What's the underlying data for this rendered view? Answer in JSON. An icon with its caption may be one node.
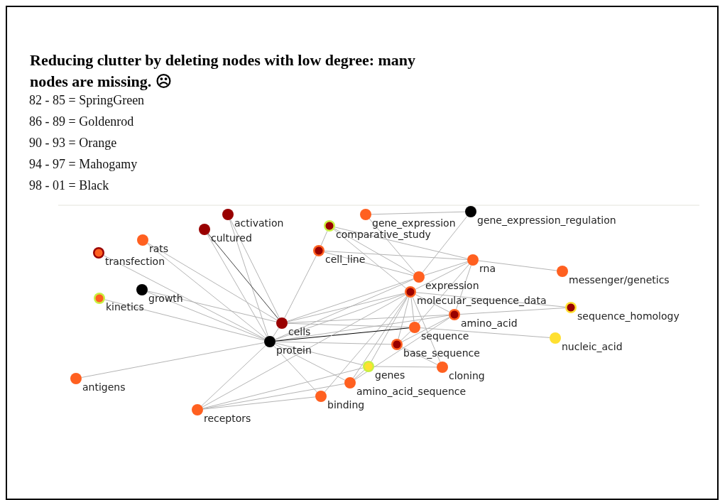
{
  "diagram": {
    "title": "Reducing clutter by deleting nodes with low degree: many nodes are missing. ☹",
    "nodes": [
      {
        "text": [],
        "shape": "circle",
        "beside": [
          "activation"
        ]
      },
      {
        "text": [],
        "shape": "circle",
        "beside": [
          "cultured"
        ]
      },
      {
        "text": [],
        "shape": "circle",
        "beside": [
          "rats"
        ]
      },
      {
        "text": [],
        "shape": "circle",
        "beside": [
          "transfection"
        ]
      },
      {
        "text": [],
        "shape": "circle",
        "beside": [
          "growth"
        ]
      },
      {
        "text": [],
        "shape": "circle",
        "beside": [
          "kinetics"
        ]
      },
      {
        "text": [],
        "shape": "circle",
        "beside": [
          "gene_expression"
        ]
      },
      {
        "text": [],
        "shape": "circle",
        "beside": [
          "gene_expression_regulation"
        ]
      },
      {
        "text": [],
        "shape": "circle",
        "beside": [
          "comparative_study"
        ]
      },
      {
        "text": [],
        "shape": "circle",
        "beside": [
          "cell_line"
        ]
      },
      {
        "text": [],
        "shape": "circle",
        "beside": [
          "rna"
        ]
      },
      {
        "text": [],
        "shape": "circle",
        "beside": [
          "messenger/genetics"
        ]
      },
      {
        "text": [],
        "shape": "circle",
        "beside": [
          "expression"
        ]
      },
      {
        "text": [],
        "shape": "circle",
        "beside": [
          "molecular_sequence_data"
        ]
      },
      {
        "text": [],
        "shape": "circle",
        "beside": [
          "sequence_homology"
        ]
      },
      {
        "text": [],
        "shape": "circle",
        "beside": [
          "amino_acid"
        ]
      },
      {
        "text": [],
        "shape": "circle",
        "beside": [
          "cells"
        ]
      },
      {
        "text": [],
        "shape": "circle",
        "beside": [
          "sequence"
        ]
      },
      {
        "text": [],
        "shape": "circle",
        "beside": [
          "nucleic_acid"
        ]
      },
      {
        "text": [],
        "shape": "circle",
        "beside": [
          "protein"
        ]
      },
      {
        "text": [],
        "shape": "circle",
        "beside": [
          "base_sequence"
        ]
      },
      {
        "text": [],
        "shape": "circle",
        "beside": [
          "genes"
        ]
      },
      {
        "text": [],
        "shape": "circle",
        "beside": [
          "cloning"
        ]
      },
      {
        "text": [],
        "shape": "circle",
        "beside": [
          "antigens"
        ]
      },
      {
        "text": [],
        "shape": "circle",
        "beside": [
          "amino_acid_sequence"
        ]
      },
      {
        "text": [],
        "shape": "circle",
        "beside": [
          "binding"
        ]
      },
      {
        "text": [],
        "shape": "circle",
        "beside": [
          "receptors"
        ]
      }
    ],
    "edges": [
      {
        "from": 6,
        "to": 7,
        "arrow": "none"
      },
      {
        "from": 6,
        "to": 12,
        "arrow": "none"
      },
      {
        "from": 7,
        "to": 12,
        "arrow": "none"
      },
      {
        "from": 8,
        "to": 9,
        "arrow": "none"
      },
      {
        "from": 8,
        "to": 12,
        "arrow": "none"
      },
      {
        "from": 8,
        "to": 10,
        "arrow": "none"
      },
      {
        "from": 8,
        "to": 13,
        "arrow": "none"
      },
      {
        "from": 9,
        "to": 16,
        "arrow": "none"
      },
      {
        "from": 9,
        "to": 12,
        "arrow": "none"
      },
      {
        "from": 9,
        "to": 10,
        "arrow": "none"
      },
      {
        "from": 10,
        "to": 11,
        "arrow": "none"
      },
      {
        "from": 10,
        "to": 12,
        "arrow": "none"
      },
      {
        "from": 10,
        "to": 13,
        "arrow": "none"
      },
      {
        "from": 10,
        "to": 15,
        "arrow": "none"
      },
      {
        "from": 10,
        "to": 17,
        "arrow": "none"
      },
      {
        "from": 0,
        "to": 16,
        "arrow": "none"
      },
      {
        "from": 0,
        "to": 19,
        "arrow": "none"
      },
      {
        "from": 1,
        "to": 16,
        "arrow": "none",
        "color": "#404040"
      },
      {
        "from": 1,
        "to": 19,
        "arrow": "none"
      },
      {
        "from": 2,
        "to": 16,
        "arrow": "none"
      },
      {
        "from": 2,
        "to": 19,
        "arrow": "none"
      },
      {
        "from": 3,
        "to": 19,
        "arrow": "none"
      },
      {
        "from": 4,
        "to": 16,
        "arrow": "none"
      },
      {
        "from": 4,
        "to": 19,
        "arrow": "none"
      },
      {
        "from": 5,
        "to": 19,
        "arrow": "none"
      },
      {
        "from": 23,
        "to": 19,
        "arrow": "none"
      },
      {
        "from": 26,
        "to": 19,
        "arrow": "none"
      },
      {
        "from": 16,
        "to": 19,
        "arrow": "none"
      },
      {
        "from": 12,
        "to": 16,
        "arrow": "none"
      },
      {
        "from": 12,
        "to": 19,
        "arrow": "none"
      },
      {
        "from": 13,
        "to": 16,
        "arrow": "none"
      },
      {
        "from": 13,
        "to": 19,
        "arrow": "none"
      },
      {
        "from": 13,
        "to": 15,
        "arrow": "none"
      },
      {
        "from": 13,
        "to": 17,
        "arrow": "none"
      },
      {
        "from": 13,
        "to": 20,
        "arrow": "none"
      },
      {
        "from": 13,
        "to": 21,
        "arrow": "none"
      },
      {
        "from": 13,
        "to": 24,
        "arrow": "none"
      },
      {
        "from": 13,
        "to": 25,
        "arrow": "none"
      },
      {
        "from": 13,
        "to": 22,
        "arrow": "none"
      },
      {
        "from": 13,
        "to": 14,
        "arrow": "none"
      },
      {
        "from": 15,
        "to": 14,
        "arrow": "none"
      },
      {
        "from": 15,
        "to": 16,
        "arrow": "none"
      },
      {
        "from": 15,
        "to": 19,
        "arrow": "none"
      },
      {
        "from": 15,
        "to": 20,
        "arrow": "none"
      },
      {
        "from": 15,
        "to": 24,
        "arrow": "none"
      },
      {
        "from": 17,
        "to": 19,
        "arrow": "none",
        "color": "#000000"
      },
      {
        "from": 17,
        "to": 18,
        "arrow": "none"
      },
      {
        "from": 17,
        "to": 16,
        "arrow": "none"
      },
      {
        "from": 17,
        "to": 20,
        "arrow": "none"
      },
      {
        "from": 20,
        "to": 22,
        "arrow": "none"
      },
      {
        "from": 20,
        "to": 19,
        "arrow": "none"
      },
      {
        "from": 21,
        "to": 19,
        "arrow": "none"
      },
      {
        "from": 21,
        "to": 22,
        "arrow": "none"
      },
      {
        "from": 21,
        "to": 24,
        "arrow": "none"
      },
      {
        "from": 24,
        "to": 19,
        "arrow": "none"
      },
      {
        "from": 25,
        "to": 19,
        "arrow": "none"
      },
      {
        "from": 26,
        "to": 25,
        "arrow": "none"
      },
      {
        "from": 26,
        "to": 24,
        "arrow": "none"
      },
      {
        "from": 26,
        "to": 21,
        "arrow": "none"
      },
      {
        "from": 26,
        "to": 13,
        "arrow": "none"
      }
    ],
    "labels": [
      "82 - 85 = SpringGreen",
      "86 - 89 = Goldenrod",
      "90 - 93 = Orange",
      "94 - 97 = Mahogamy",
      "98 - 01 = Black"
    ]
  }
}
